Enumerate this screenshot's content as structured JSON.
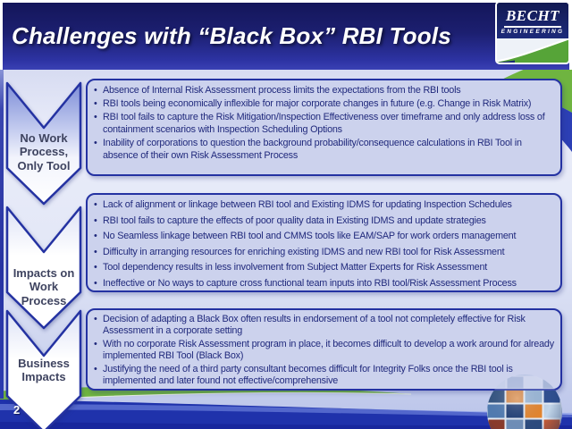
{
  "header": {
    "title": "Challenges with “Black Box” RBI Tools"
  },
  "logo": {
    "name": "BECHT",
    "tagline": "ENGINEERING"
  },
  "sections": [
    {
      "label": "No Work Process, Only Tool",
      "bullets": [
        "Absence of Internal Risk Assessment process limits the expectations from the RBI tools",
        "RBI tools being economically inflexible for major corporate changes in future (e.g. Change in Risk Matrix)",
        "RBI tool fails to capture the Risk Mitigation/Inspection Effectiveness over timeframe and only address loss of containment scenarios with Inspection Scheduling Options",
        "Inability of corporations to question the background probability/consequence calculations in RBI Tool in absence of their own Risk Assessment Process"
      ]
    },
    {
      "label": "Impacts on Work Process",
      "bullets": [
        "Lack of alignment or linkage between RBI tool and Existing IDMS for updating Inspection Schedules",
        "RBI tool fails to capture the effects of poor quality data in Existing IDMS and update strategies",
        "No Seamless linkage between RBI tool and CMMS tools like EAM/SAP for work orders management",
        "Difficulty in arranging resources for enriching existing IDMS and new RBI tool for Risk Assessment",
        "Tool dependency results in less involvement from Subject Matter Experts for Risk Assessment",
        "Ineffective or No ways to capture cross functional team inputs into RBI tool/Risk Assessment Process"
      ]
    },
    {
      "label": "Business Impacts",
      "bullets": [
        "Decision of adapting a Black Box often results in endorsement of a tool not completely effective for Risk Assessment in a corporate setting",
        "With no corporate Risk Assessment program in place, it becomes difficult to develop a work around for already implemented RBI Tool (Black Box)",
        "Justifying the need of a third party consultant becomes difficult for Integrity Folks once the RBI tool is implemented and later found not effective/comprehensive"
      ]
    }
  ],
  "footer": {
    "page_number": "2"
  },
  "colors": {
    "header_navy": "#1c1f70",
    "accent_green": "#6fb440",
    "accent_blue": "#2535ae",
    "box_fill": "#ccd2ed",
    "box_border": "#2432a2",
    "bullet_text": "#20297c"
  }
}
